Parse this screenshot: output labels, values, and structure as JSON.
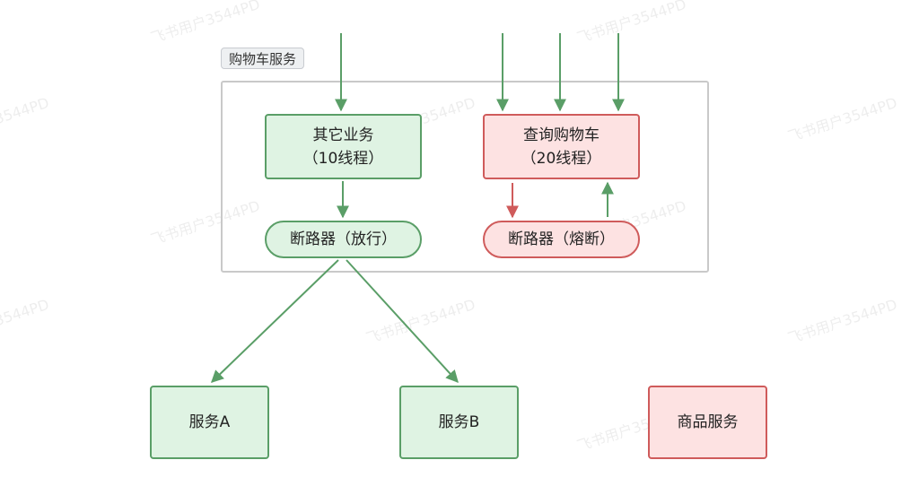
{
  "group": {
    "label": "购物车服务"
  },
  "nodes": {
    "other_business": {
      "line1": "其它业务",
      "line2": "（10线程）"
    },
    "query_cart": {
      "line1": "查询购物车",
      "line2": "（20线程）"
    },
    "breaker_open": {
      "label": "断路器（放行）"
    },
    "breaker_tripped": {
      "label": "断路器（熔断）"
    },
    "service_a": {
      "label": "服务A"
    },
    "service_b": {
      "label": "服务B"
    },
    "product_service": {
      "label": "商品服务"
    }
  },
  "watermark": {
    "text": "飞书用户3544PD"
  },
  "colors": {
    "green_fill": "#dff3e3",
    "green_stroke": "#5a9e67",
    "red_fill": "#fde2e2",
    "red_stroke": "#cf5b5b",
    "group_border": "#c9c9c9"
  }
}
